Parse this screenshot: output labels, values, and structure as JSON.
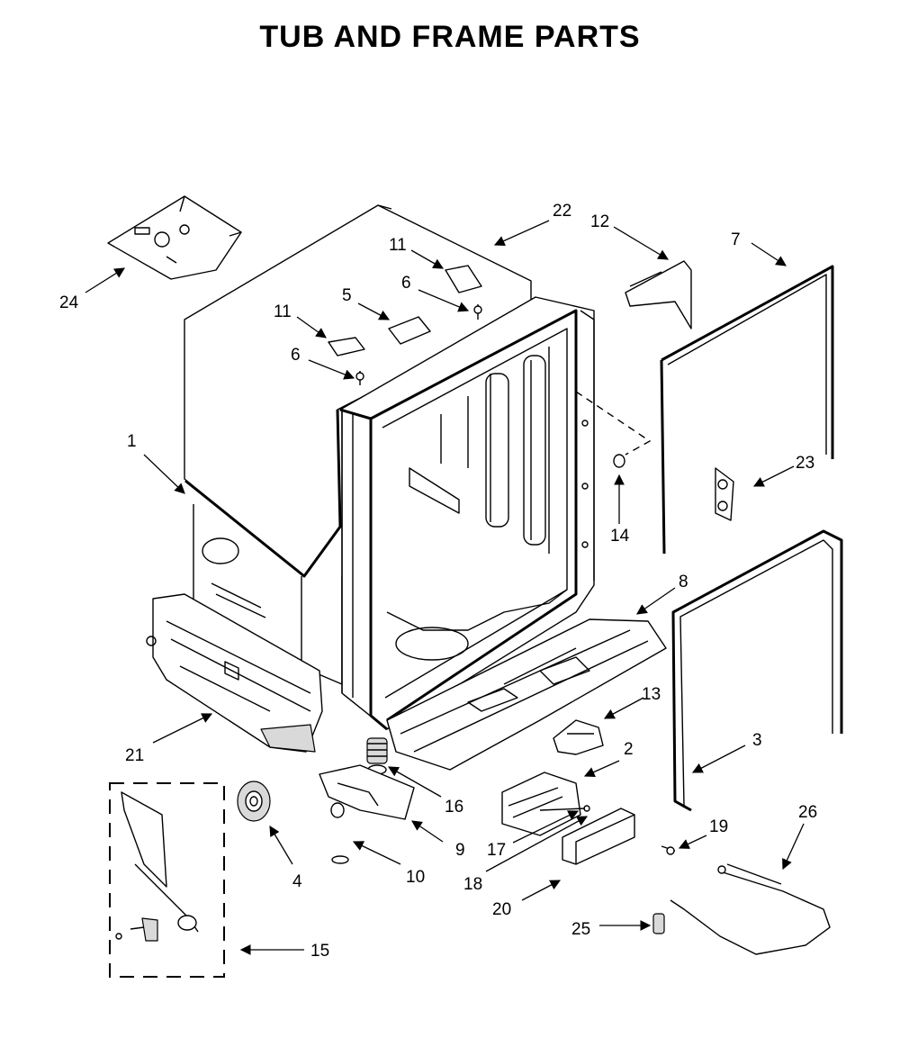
{
  "title": "TUB AND FRAME PARTS",
  "callouts": [
    {
      "id": "1",
      "label": "1"
    },
    {
      "id": "2",
      "label": "2"
    },
    {
      "id": "3",
      "label": "3"
    },
    {
      "id": "4",
      "label": "4"
    },
    {
      "id": "5",
      "label": "5"
    },
    {
      "id": "6a",
      "label": "6"
    },
    {
      "id": "6b",
      "label": "6"
    },
    {
      "id": "7",
      "label": "7"
    },
    {
      "id": "8",
      "label": "8"
    },
    {
      "id": "9",
      "label": "9"
    },
    {
      "id": "10",
      "label": "10"
    },
    {
      "id": "11a",
      "label": "11"
    },
    {
      "id": "11b",
      "label": "11"
    },
    {
      "id": "12",
      "label": "12"
    },
    {
      "id": "13",
      "label": "13"
    },
    {
      "id": "14",
      "label": "14"
    },
    {
      "id": "15",
      "label": "15"
    },
    {
      "id": "16",
      "label": "16"
    },
    {
      "id": "17",
      "label": "17"
    },
    {
      "id": "18",
      "label": "18"
    },
    {
      "id": "19",
      "label": "19"
    },
    {
      "id": "20",
      "label": "20"
    },
    {
      "id": "21",
      "label": "21"
    },
    {
      "id": "22",
      "label": "22"
    },
    {
      "id": "23",
      "label": "23"
    },
    {
      "id": "24",
      "label": "24"
    },
    {
      "id": "25",
      "label": "25"
    },
    {
      "id": "26",
      "label": "26"
    }
  ]
}
